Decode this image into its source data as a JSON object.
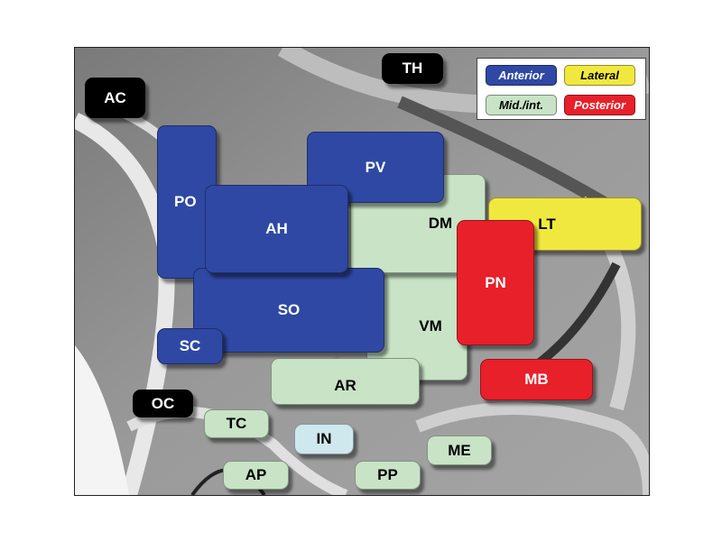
{
  "colors": {
    "anterior": "#2f48a3",
    "mid_int": "#c8e3c6",
    "lateral": "#f1e83f",
    "posterior": "#e8202a",
    "landmark": "#000000",
    "infundibulum": "#cfe8ee"
  },
  "legend": {
    "anterior": "Anterior",
    "lateral": "Lateral",
    "mid_int": "Mid./int.",
    "posterior": "Posterior"
  },
  "regions": {
    "ac": "AC",
    "th": "TH",
    "po": "PO",
    "pv": "PV",
    "dm": "DM",
    "ah": "AH",
    "so": "SO",
    "sc": "SC",
    "vm": "VM",
    "ar": "AR",
    "lt": "LT",
    "pn": "PN",
    "mb": "MB",
    "oc": "OC",
    "tc": "TC",
    "in": "IN",
    "me": "ME",
    "ap": "AP",
    "pp": "PP"
  }
}
